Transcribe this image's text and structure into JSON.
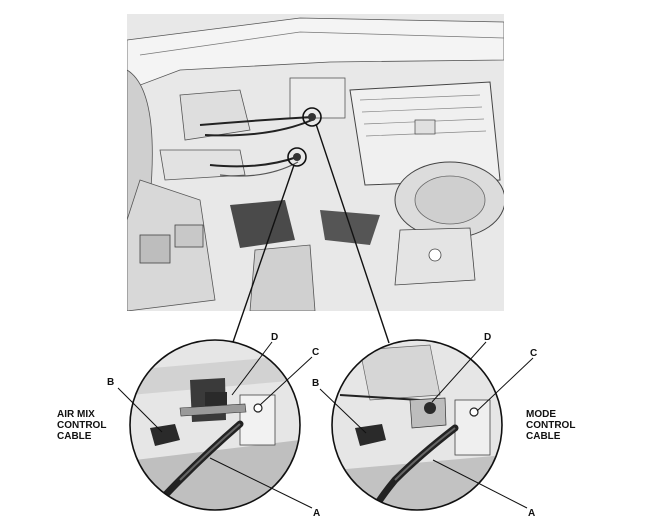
{
  "side_labels": {
    "left": [
      "AIR MIX",
      "CONTROL",
      "CABLE"
    ],
    "right": [
      "MODE",
      "CONTROL",
      "CABLE"
    ]
  },
  "callouts": {
    "left": {
      "a": "A",
      "b": "B",
      "c": "C",
      "d": "D"
    },
    "right": {
      "a": "A",
      "b": "B",
      "c": "C",
      "d": "D"
    }
  },
  "colors": {
    "line": "#111111",
    "photo_bg": "#e6e6e6",
    "photo_dark": "#3a3a3a",
    "photo_mid": "#9a9a9a"
  }
}
